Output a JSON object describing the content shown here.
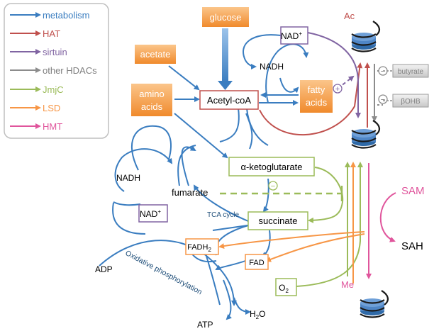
{
  "legend": {
    "items": [
      {
        "label": "metabolism",
        "color": "#3a7dc0"
      },
      {
        "label": "HAT",
        "color": "#c0504d"
      },
      {
        "label": "sirtuin",
        "color": "#8064a2"
      },
      {
        "label": "other HDACs",
        "color": "#7f7f7f"
      },
      {
        "label": "JmjC",
        "color": "#9bbb59"
      },
      {
        "label": "LSD",
        "color": "#f79646"
      },
      {
        "label": "HMT",
        "color": "#e0559c"
      }
    ]
  },
  "nodes": {
    "glucose": "glucose",
    "acetate": "acetate",
    "amino1": "amino",
    "amino2": "acids",
    "fatty1": "fatty",
    "fatty2": "acids",
    "acetylcoa": "Acetyl-coA",
    "nadplus_top": "NAD",
    "nadh_top": "NADH",
    "akg": "α-ketoglutarate",
    "nadh_left": "NADH",
    "fumarate": "fumarate",
    "nadplus_left": "NAD",
    "succinate": "succinate",
    "tca": "TCA cycle",
    "fadh2": "FADH",
    "fad": "FAD",
    "adp": "ADP",
    "atp": "ATP",
    "h2o_h": "H",
    "h2o_o": "O",
    "o2": "O",
    "oxphos": "Oxidative phosphorylation",
    "ac": "Ac",
    "me": "Me",
    "sam": "SAM",
    "sah": "SAH",
    "butyrate": "butyrate",
    "bohb": "βOHB",
    "plus": "+",
    "minus": "−",
    "sup_plus": "+",
    "sub_2": "2"
  },
  "colors": {
    "metabolism": "#3a7dc0",
    "hat": "#c0504d",
    "sirtuin": "#8064a2",
    "hdac": "#8c8c8c",
    "jmjc": "#9bbb59",
    "lsd": "#f79646",
    "hmt": "#e0559c",
    "orange_box": "#f5a65b",
    "nucleosome": "#4f86c6"
  }
}
